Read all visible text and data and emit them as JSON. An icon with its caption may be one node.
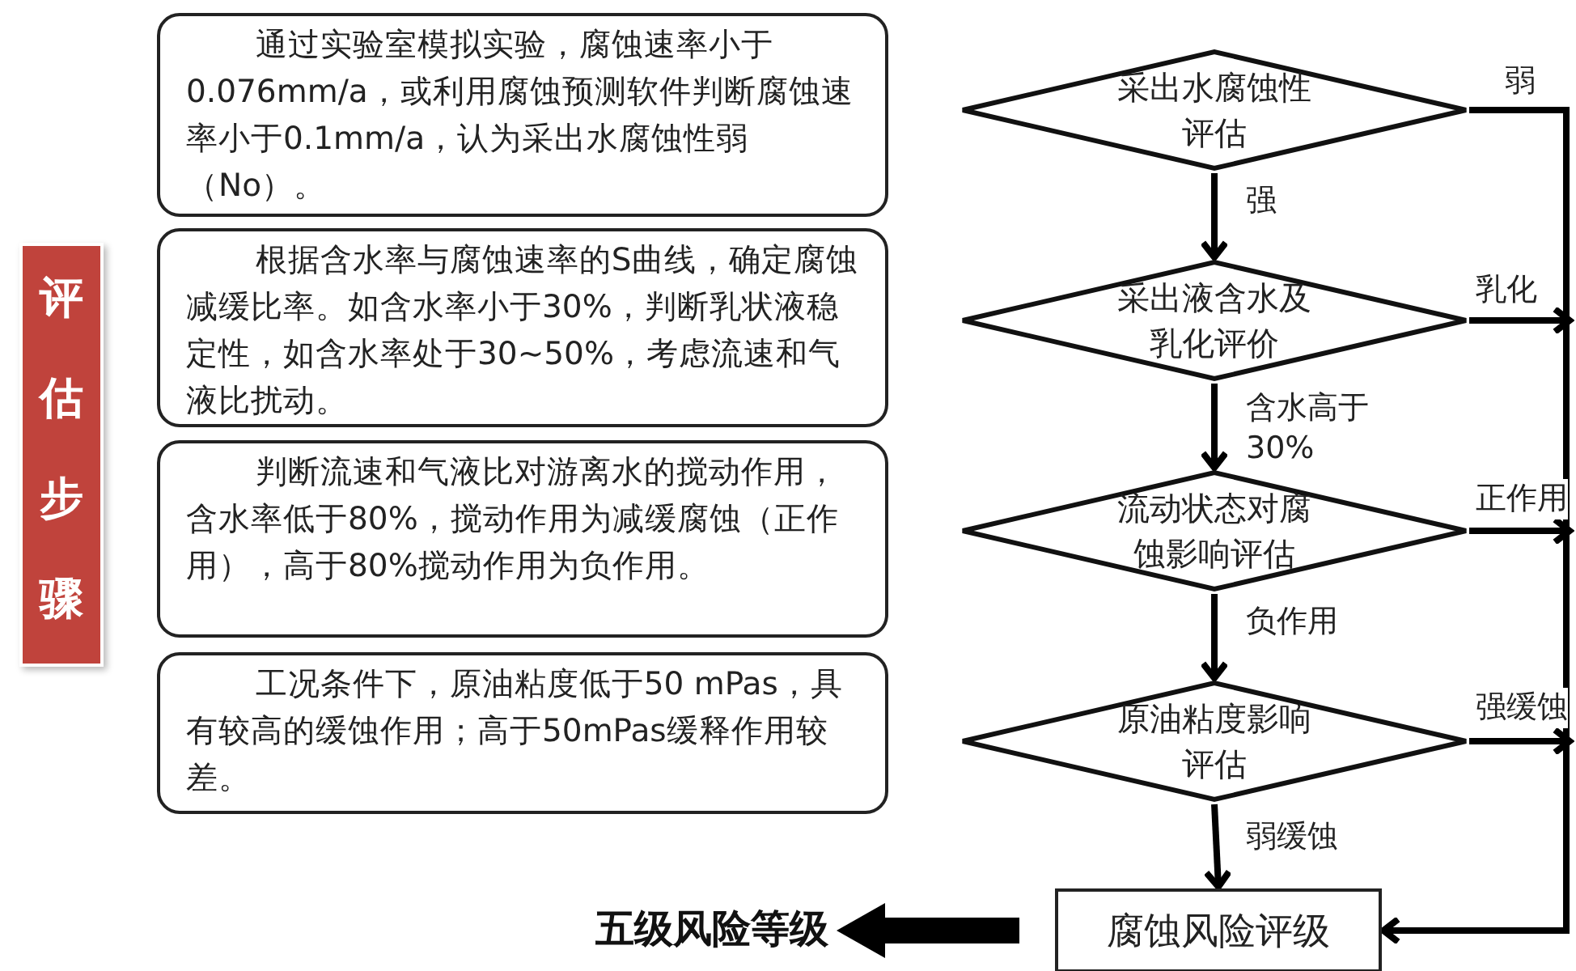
{
  "diagram": {
    "nodes": [
      {
        "text": [
          "评估步骤"
        ]
      },
      {
        "text": [
          "通过实验室模拟实验，腐蚀速率小于0.076mm/a，或利用腐蚀预测软件判断腐蚀速率小于0.1mm/a，认为采出水腐蚀性弱（No）。"
        ]
      },
      {
        "text": [
          "根据含水率与腐蚀速率的S曲线，确定腐蚀减缓比率。如含水率小于30%，判断乳状液稳定性，如含水率处于30~50%，考虑流速和气液比扰动。"
        ]
      },
      {
        "text": [
          "判断流速和气液比对游离水的搅动作用，含水率低于80%，搅动作用为减缓腐蚀（正作用），高于80%搅动作用为负作用。"
        ]
      },
      {
        "text": [
          "工况条件下，原油粘度低于50 mPas，具有较高的缓蚀作用；高于50mPas缓释作用较差。"
        ]
      },
      {
        "text": [
          "采出水腐蚀性评估"
        ]
      },
      {
        "text": [
          "采出液含水及乳化评价"
        ]
      },
      {
        "text": [
          "流动状态对腐蚀影响评估"
        ]
      },
      {
        "text": [
          "原油粘度影响评估"
        ]
      },
      {
        "text": [
          "腐蚀风险评级"
        ]
      },
      {
        "text": [
          "五级风险等级"
        ]
      }
    ],
    "edges": [
      {
        "from": 5,
        "to": 6,
        "arrow": "to",
        "label": "强"
      },
      {
        "from": 6,
        "to": 7,
        "arrow": "to",
        "label": "含水高于30%"
      },
      {
        "from": 7,
        "to": 8,
        "arrow": "to",
        "label": "负作用"
      },
      {
        "from": 8,
        "to": 9,
        "arrow": "to",
        "label": "弱缓蚀"
      },
      {
        "from": 5,
        "to": 9,
        "arrow": "to",
        "label": "弱"
      },
      {
        "from": 6,
        "to": null,
        "arrow": "to",
        "label": "乳化"
      },
      {
        "from": 7,
        "to": null,
        "arrow": "to",
        "label": "正作用"
      },
      {
        "from": 8,
        "to": null,
        "arrow": "to",
        "label": "强缓蚀"
      },
      {
        "from": 9,
        "to": 10,
        "arrow": "to",
        "style": "thick"
      }
    ]
  }
}
